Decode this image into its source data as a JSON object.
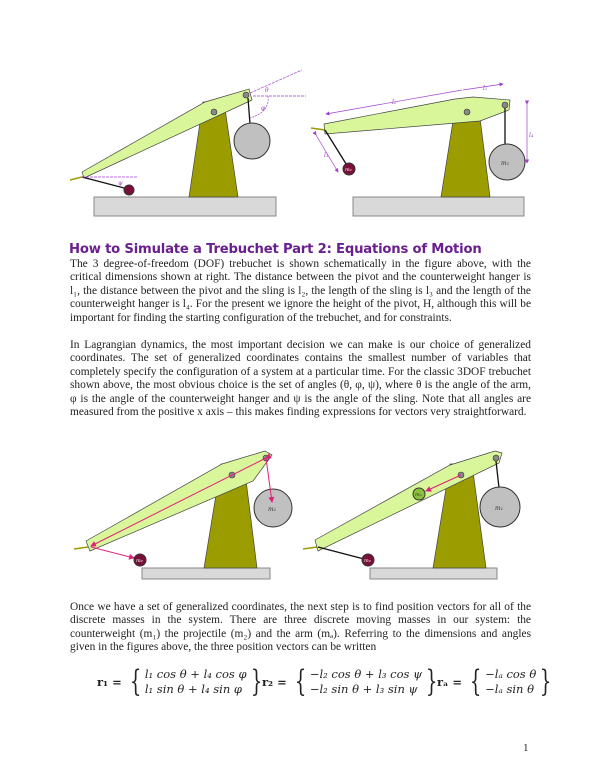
{
  "figures": {
    "top_right": {
      "counterweight_label": "m₁",
      "projectile_label": "m₂",
      "dim_l1": "l₁",
      "dim_l2": "l₂",
      "dim_l3": "l₃",
      "dim_l4": "l₄"
    },
    "top_left": {
      "angle_theta": "θ",
      "angle_phi": "φ",
      "angle_psi": "ψ"
    },
    "bottom_left": {
      "counterweight_label": "m₁",
      "projectile_label": "m₂"
    },
    "bottom_right": {
      "counterweight_label": "m₁",
      "projectile_label": "m₂",
      "arm_label": "mₐ"
    }
  },
  "heading": "How to Simulate a Trebuchet Part 2: Equations of Motion",
  "paragraphs": [
    "The 3 degree-of-freedom (DOF) trebuchet is shown schematically in the figure above, with the critical dimensions shown at right. The distance between the pivot and the counterweight hanger is l₁, the distance between the pivot and the sling is l₂, the length of the sling is l₃ and the length of the counterweight hanger is l₄. For the present we ignore the height of the pivot, H, although this will be important for finding the starting configuration of the trebuchet, and for constraints.",
    "In Lagrangian dynamics, the most important decision we can make is our choice of generalized coordinates. The set of generalized coordinates contains the smallest number of variables that completely specify the configuration of a system at a particular time. For the classic 3DOF trebuchet shown above, the most obvious choice is the set of angles (θ, φ, ψ), where θ is the angle of the arm, φ is the angle of the counterweight hanger and ψ is the angle of the sling. Note that all angles are measured from the positive x axis – this makes finding expressions for vectors very straightforward.",
    "Once we have a set of generalized coordinates, the next step is to find position vectors for all of the discrete masses in the system. There are three discrete moving masses in our system: the counterweight (m₁) the projectile (m₂) and the arm (mₐ). Referring to the dimensions and angles given in the figures above, the three position vectors can be written"
  ],
  "equations": [
    {
      "lhs": "r₁ =",
      "row1": "l₁ cos θ + l₄ cos φ",
      "row2": "l₁ sin θ + l₄ sin φ"
    },
    {
      "lhs": "r₂ =",
      "row1": "−l₂ cos θ + l₃ cos ψ",
      "row2": "−l₂ sin θ + l₃ sin ψ"
    },
    {
      "lhs": "rₐ =",
      "row1": "−lₐ cos θ",
      "row2": "−lₐ sin θ"
    }
  ],
  "page_number": "1",
  "colors": {
    "arm": "#d9f79a",
    "tower": "#9a9c00",
    "base": "#d9d9d9",
    "counterweight": "#c0c0c0",
    "projectile": "#7a0f3a",
    "dimension": "#a040d0",
    "vector": "#e0207a",
    "heading": "#6a1f8f"
  }
}
